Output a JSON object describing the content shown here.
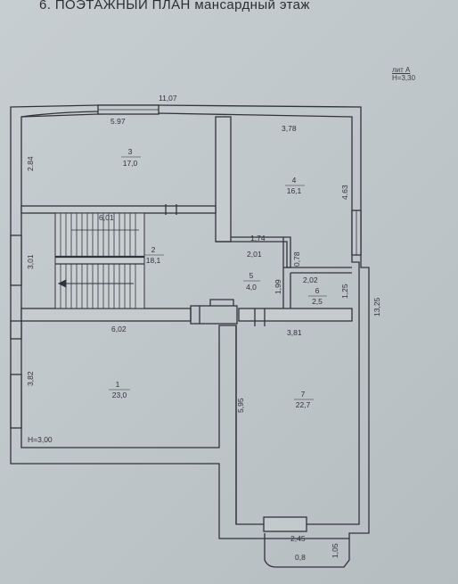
{
  "title": "6. ПОЭТАЖНЫЙ ПЛАН  мансардный  этаж",
  "legend": {
    "line1": "лит А",
    "line2": "H=3,30"
  },
  "ceiling_height": "H=3,00",
  "rooms": [
    {
      "num": "1",
      "area": "23,0"
    },
    {
      "num": "2",
      "area": "18,1"
    },
    {
      "num": "3",
      "area": "17,0"
    },
    {
      "num": "4",
      "area": "16,1"
    },
    {
      "num": "5",
      "area": "4,0"
    },
    {
      "num": "6",
      "area": "2,5"
    },
    {
      "num": "7",
      "area": "22,7"
    }
  ],
  "dimensions": {
    "top_overall": "11,07",
    "room3_top": "5.97",
    "room4_top": "3,78",
    "room3_left": "2.84",
    "room4_right": "4.63",
    "stair_top": "6,01",
    "stair_left": "3,01",
    "corridor_a": "1,74",
    "corridor_b": "2,01",
    "room6_side": "0,78",
    "room6_top": "2,02",
    "room5_side": "1,99",
    "room6_right": "1,25",
    "right_overall": "13,25",
    "room1_top": "6,02",
    "room7_top": "3,81",
    "room1_left": "3,82",
    "room7_left": "5,95",
    "balcony_width": "2,45",
    "balcony_area": "0,8",
    "balcony_depth": "1,05"
  }
}
